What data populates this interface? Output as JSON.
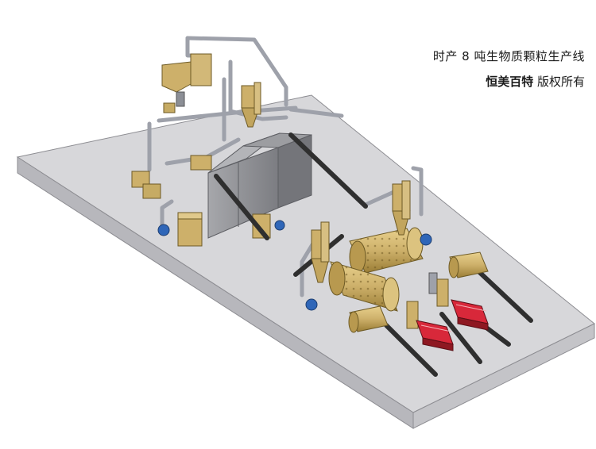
{
  "caption": {
    "title": "时产 8 吨生物质颗粒生产线",
    "brand": "恒美百特",
    "rights": "版权所有"
  },
  "colors": {
    "floor_top": "#d6d6d8",
    "floor_side": "#b9b9bd",
    "machine_gold": "#cdb06a",
    "machine_gold_dark": "#a88a3e",
    "pipe": "#9ea1aa",
    "conveyor": "#3b3b3b",
    "shed": "#8f9095",
    "dryer_burner": "#d8283a",
    "motor_blue": "#2f66b8"
  },
  "icons": [
    "cyclone-separator",
    "rotary-dryer-drum",
    "belt-conveyor",
    "hot-air-furnace",
    "pellet-mill-building",
    "blower-fan"
  ]
}
